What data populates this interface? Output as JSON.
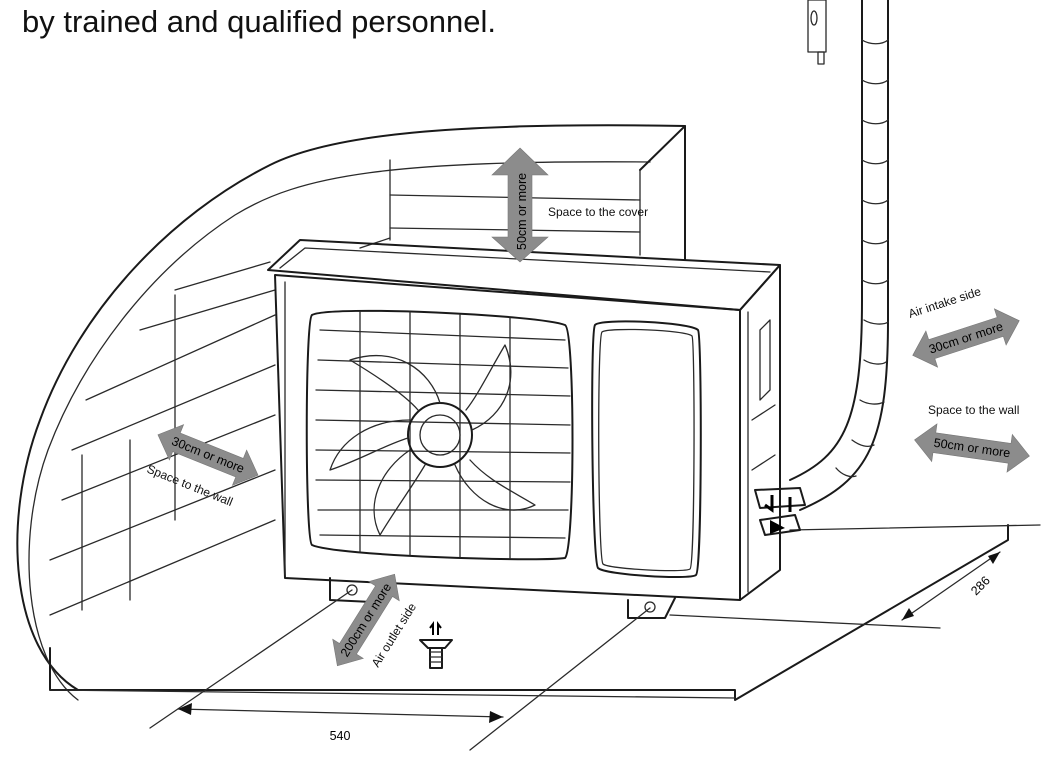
{
  "header_text": "by trained and qualified personnel.",
  "labels": {
    "space_to_cover": "Space to the cover",
    "cover_clearance": "50cm or more",
    "air_intake_side": "Air intake side",
    "intake_clearance": "30cm or more",
    "space_to_wall_right": "Space to the wall",
    "right_wall_clearance": "50cm or more",
    "left_wall_clearance": "30cm or more",
    "space_to_wall_left": "Space to the wall",
    "outlet_clearance": "200cm or more",
    "air_outlet_side": "Air outlet side",
    "dim_width": "540",
    "dim_depth": "286"
  },
  "colors": {
    "line": "#1a1a1a",
    "arrow_fill": "#8c8c8c",
    "background": "#ffffff"
  }
}
